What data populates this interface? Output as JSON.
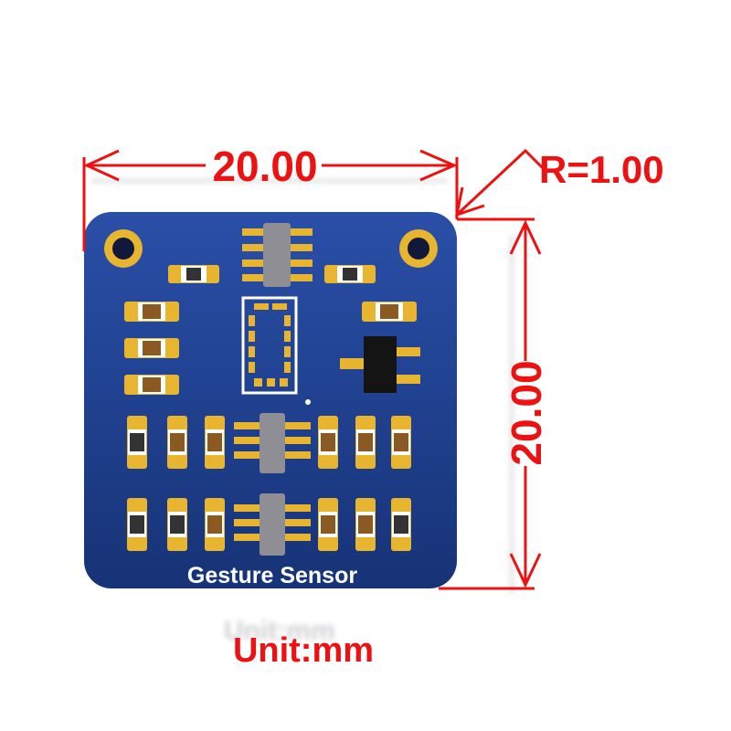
{
  "board": {
    "label": "Gesture Sensor",
    "color": "#1f3f8f",
    "pad_color": "#e8b530",
    "label_color": "#ffffff"
  },
  "dimensions": {
    "width_label": "20.00",
    "height_label": "20.00",
    "radius_label": "R=1.00",
    "unit_label": "Unit:mm",
    "annotation_color": "#ee1111"
  }
}
